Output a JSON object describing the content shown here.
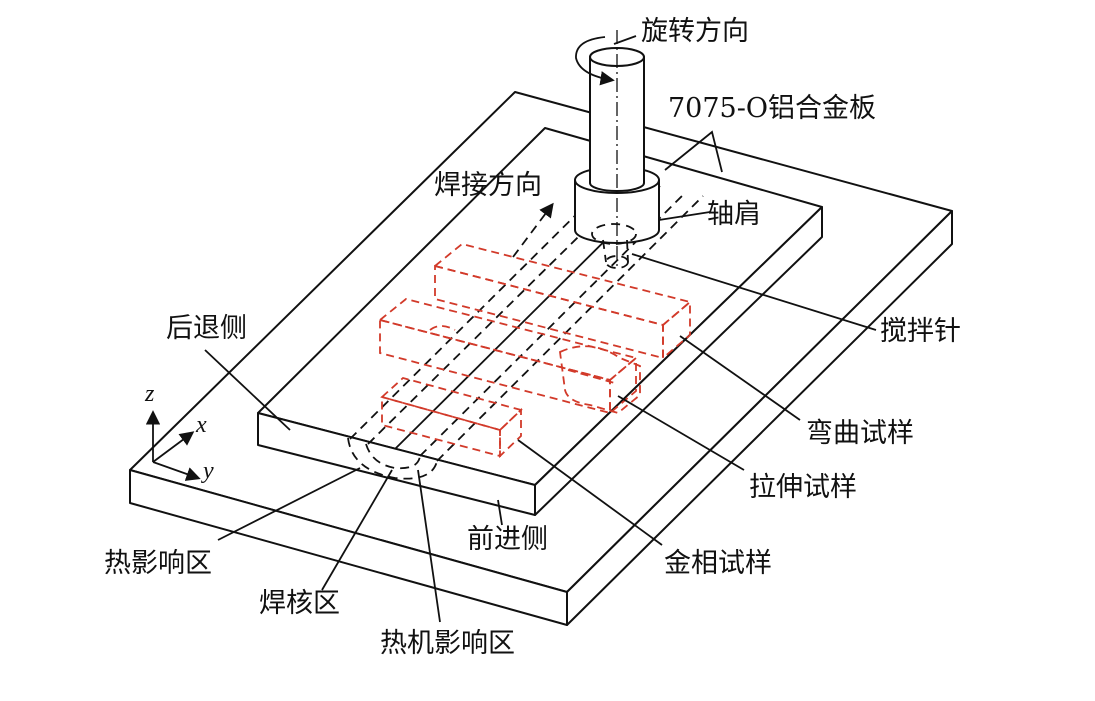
{
  "labels": {
    "rotation_direction": "旋转方向",
    "plate": "7075-O铝合金板",
    "welding_direction": "焊接方向",
    "shoulder": "轴肩",
    "pin": "搅拌针",
    "retreating_side": "后退侧",
    "bend_specimen": "弯曲试样",
    "tensile_specimen": "拉伸试样",
    "advancing_side": "前进侧",
    "metallographic_specimen": "金相试样",
    "haz": "热影响区",
    "nugget_zone": "焊核区",
    "tmaz": "热机影响区"
  },
  "axes": {
    "x": "x",
    "y": "y",
    "z": "z"
  },
  "colors": {
    "line": "#111111",
    "specimen_outline": "#d23a2a"
  }
}
